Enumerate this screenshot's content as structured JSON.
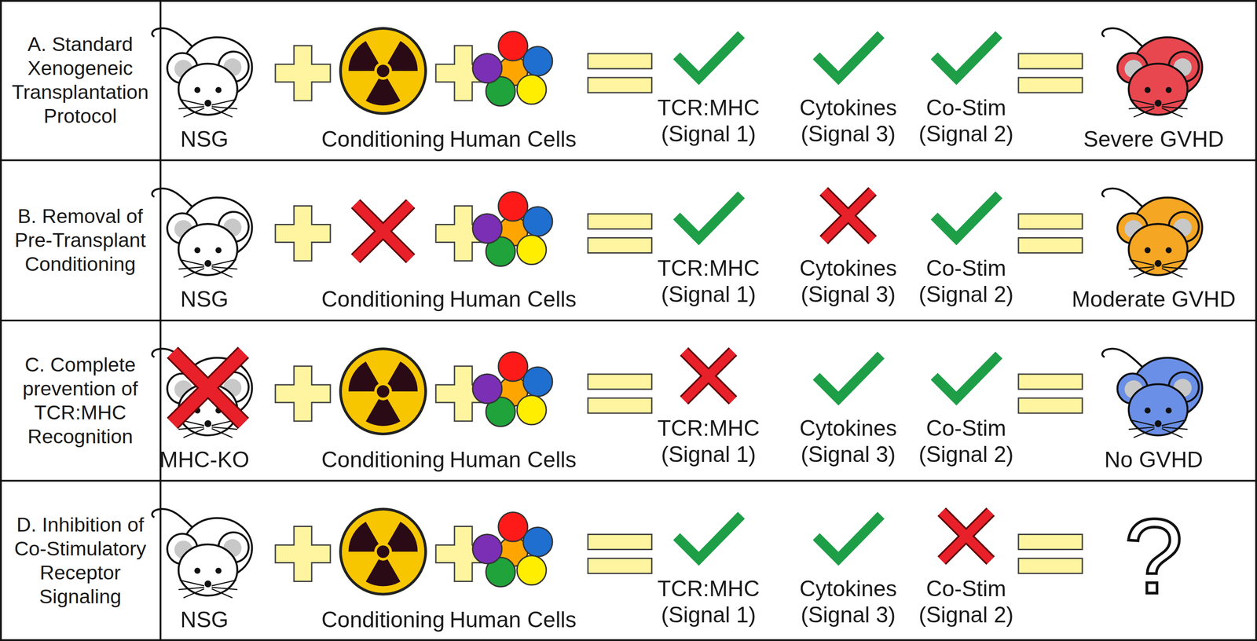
{
  "diagram": {
    "labels": [
      "A. Standard Xenogeneic Transplantation Protocol",
      "NSG",
      "Conditioning",
      "Human Cells",
      "TCR:MHC (Signal 1)",
      "Cytokines (Signal 3)",
      "Co-Stim (Signal 2)",
      "Severe GVHD",
      "B. Removal of Pre-Transplant Conditioning",
      "NSG",
      "Conditioning",
      "Human Cells",
      "TCR:MHC (Signal 1)",
      "Cytokines (Signal 3)",
      "Co-Stim (Signal 2)",
      "Moderate GVHD",
      "C. Complete prevention of TCR:MHC Recognition",
      "MHC-KO",
      "Conditioning",
      "Human Cells",
      "TCR:MHC (Signal 1)",
      "Cytokines (Signal 3)",
      "Co-Stim (Signal 2)",
      "No GVHD",
      "D. Inhibition of Co-Stimulatory Receptor Signaling",
      "NSG",
      "Conditioning",
      "Human Cells",
      "TCR:MHC (Signal 1)",
      "Cytokines (Signal 3)",
      "Co-Stim (Signal 2)",
      "?"
    ]
  }
}
